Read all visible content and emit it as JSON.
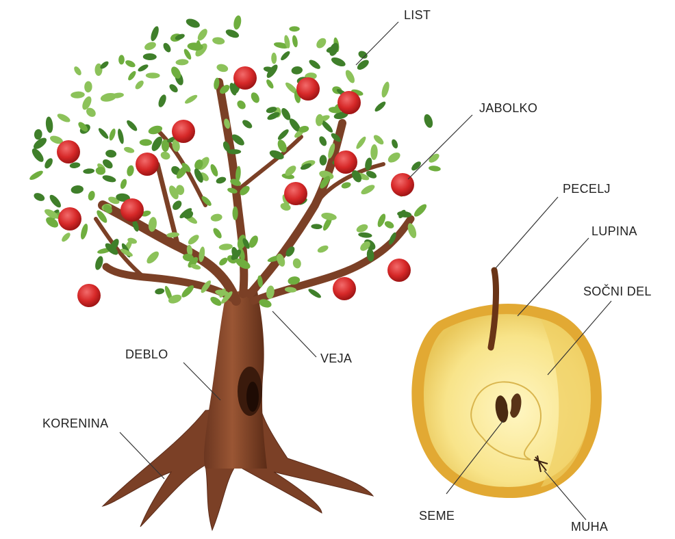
{
  "labels": {
    "list": "LIST",
    "jabolko": "JABOLKO",
    "pecelj": "PECELJ",
    "lupina": "LUPINA",
    "socni_del": "SOČNI DEL",
    "veja": "VEJA",
    "deblo": "DEBLO",
    "korenina": "KORENINA",
    "seme": "SEME",
    "muha": "MUHA"
  },
  "colors": {
    "background": "#ffffff",
    "leaf": "#6fae3f",
    "leaf_dark": "#3f7f2a",
    "apple_red": "#d62828",
    "trunk": "#8a4a2b",
    "trunk_dark": "#5a2a18",
    "apple_skin": "#e6b23a",
    "apple_flesh": "#fbeea0",
    "seed": "#4a2a12",
    "leader_line": "#333333"
  },
  "icons": [
    "apple-tree-illustration",
    "apple-cross-section-illustration"
  ]
}
